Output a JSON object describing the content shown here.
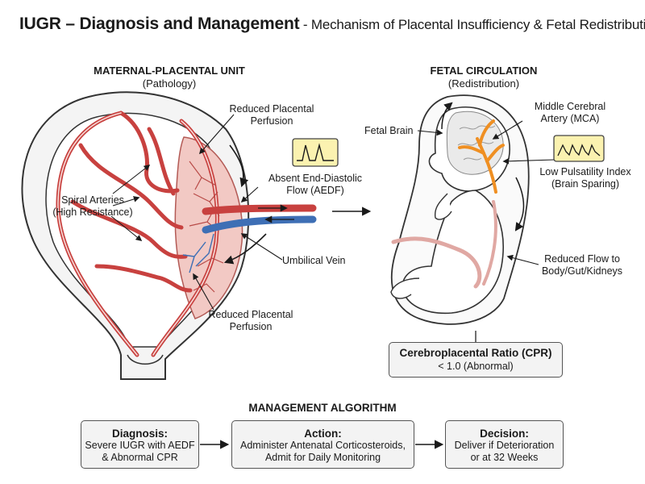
{
  "title": {
    "main": "IUGR – Diagnosis and Management",
    "sub": " - Mechanism of Placental Insufficiency & Fetal Redistribution"
  },
  "left_panel": {
    "heading": "MATERNAL-PLACENTAL UNIT",
    "subheading": "(Pathology)",
    "labels": {
      "reduced_perfusion_top_1": "Reduced Placental",
      "reduced_perfusion_top_2": "Perfusion",
      "spiral_arteries_1": "Spiral Arteries",
      "spiral_arteries_2": "(High Resistance)",
      "aedf_1": "Absent End-Diastolic",
      "aedf_2": "Flow (AEDF)",
      "umbilical_vein": "Umbilical Vein",
      "reduced_perfusion_bottom_1": "Reduced Placental",
      "reduced_perfusion_bottom_2": "Perfusion"
    }
  },
  "right_panel": {
    "heading": "FETAL CIRCULATION",
    "subheading": "(Redistribution)",
    "labels": {
      "fetal_brain": "Fetal Brain",
      "mca_1": "Middle Cerebral",
      "mca_2": "Artery (MCA)",
      "pi_1": "Low Pulsatility Index",
      "pi_2": "(Brain Sparing)",
      "reduced_flow_1": "Reduced Flow to",
      "reduced_flow_2": "Body/Gut/Kidneys"
    },
    "cpr_box": {
      "title": "Cerebroplacental Ratio (CPR)",
      "value": "< 1.0 (Abnormal)"
    }
  },
  "management": {
    "title": "MANAGEMENT ALGORITHM",
    "steps": [
      {
        "title": "Diagnosis:",
        "line1": "Severe IUGR with AEDF",
        "line2": "& Abnormal CPR"
      },
      {
        "title": "Action:",
        "line1": "Administer Antenatal Corticosteroids,",
        "line2": "Admit for Daily Monitoring"
      },
      {
        "title": "Decision:",
        "line1": "Deliver if Deterioration",
        "line2": "or at 32 Weeks"
      }
    ]
  },
  "colors": {
    "artery": "#c8413f",
    "vein": "#3e6fb5",
    "placenta": "#f2c9c4",
    "mca": "#ef8f22",
    "doppler_box": "#fbf2b0"
  }
}
